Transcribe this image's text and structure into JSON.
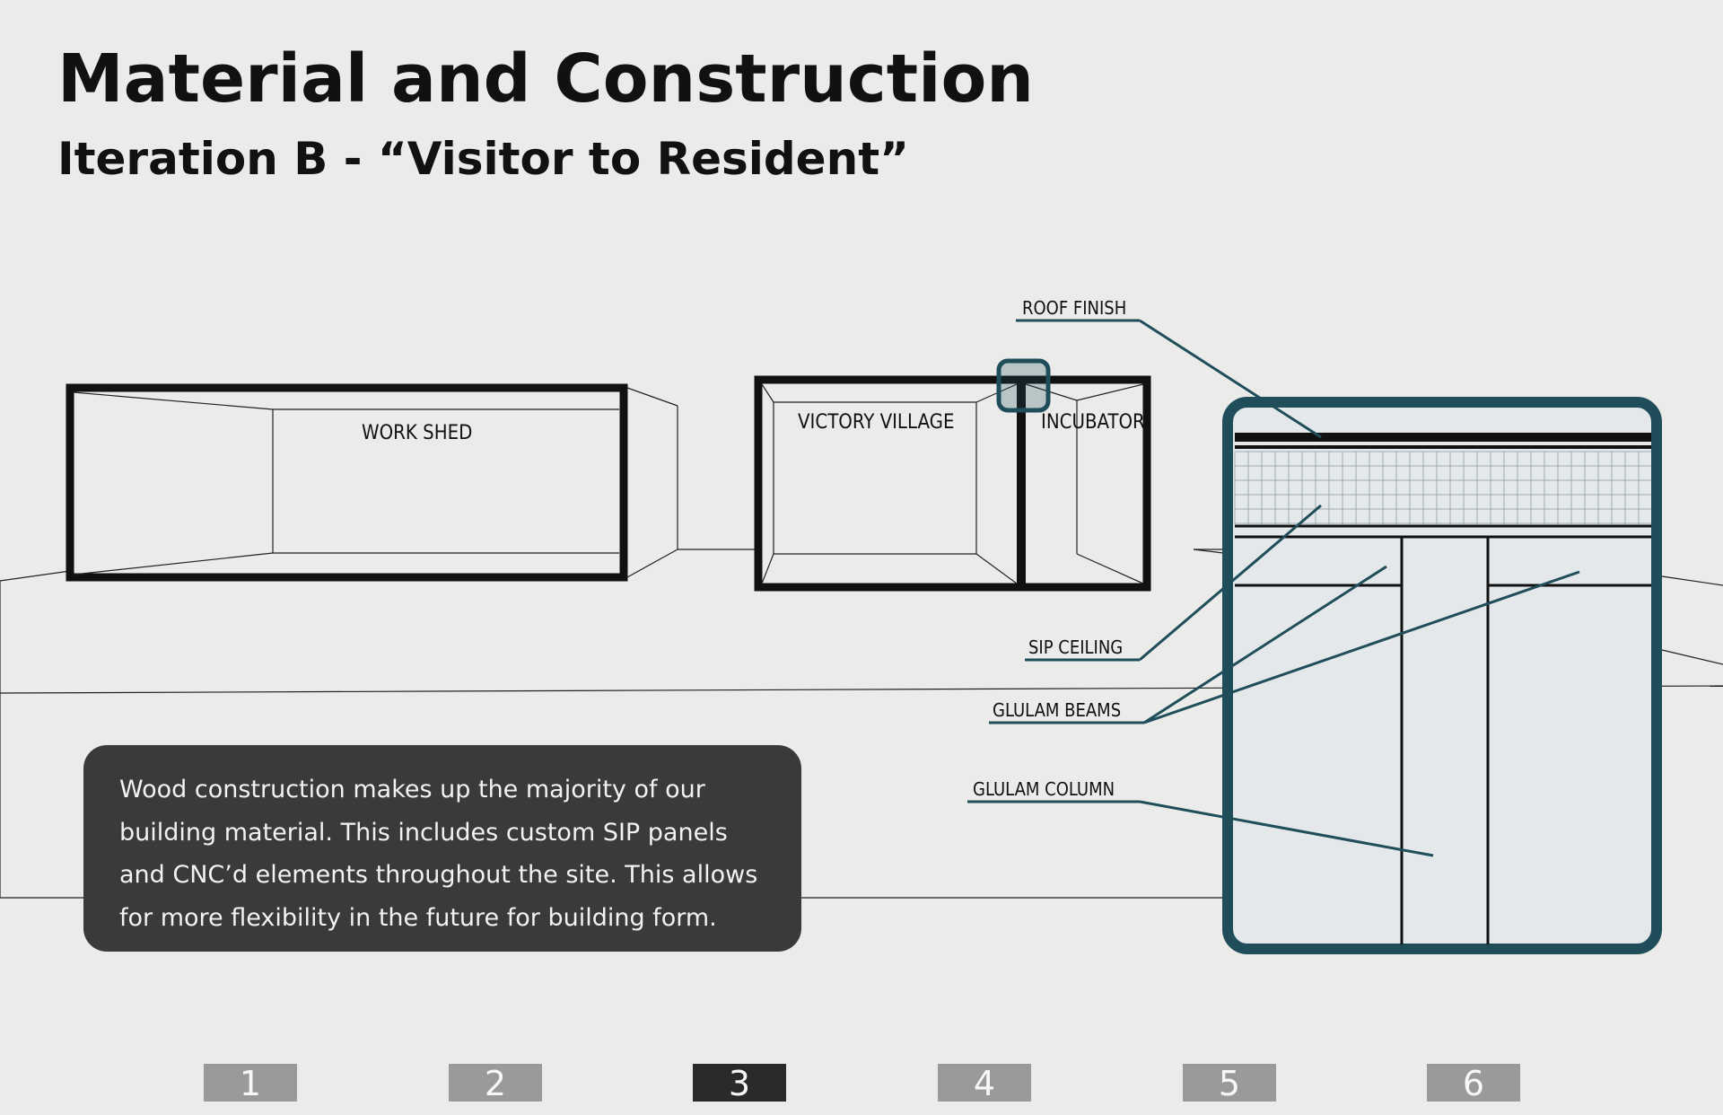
{
  "header": {
    "title": "Material and Construction",
    "subtitle": "Iteration B - “Visitor to Resident”"
  },
  "buildings": {
    "work_shed": "WORK SHED",
    "victory_village": "VICTORY VILLAGE",
    "incubator": "INCUBATOR"
  },
  "callouts": {
    "roof_finish": "ROOF FINISH",
    "sip_ceiling": "SIP CEILING",
    "glulam_beams": "GLULAM BEAMS",
    "glulam_column": "GLULAM COLUMN"
  },
  "info": {
    "lines": [
      "Wood construction makes up the majority of our",
      "building material. This includes custom SIP panels",
      "and CNC’d elements throughout the site. This allows",
      "for more flexibility in the future for building form."
    ]
  },
  "pager": {
    "pages": [
      "1",
      "2",
      "3",
      "4",
      "5",
      "6"
    ],
    "active": "3"
  },
  "colors": {
    "accent": "#1f4e5a",
    "background": "#ebebea",
    "detail_fill": "#e4e8ea",
    "info_box": "#3a3a3a",
    "page_inactive": "#9a9a9a",
    "page_active": "#2a2a2a"
  }
}
